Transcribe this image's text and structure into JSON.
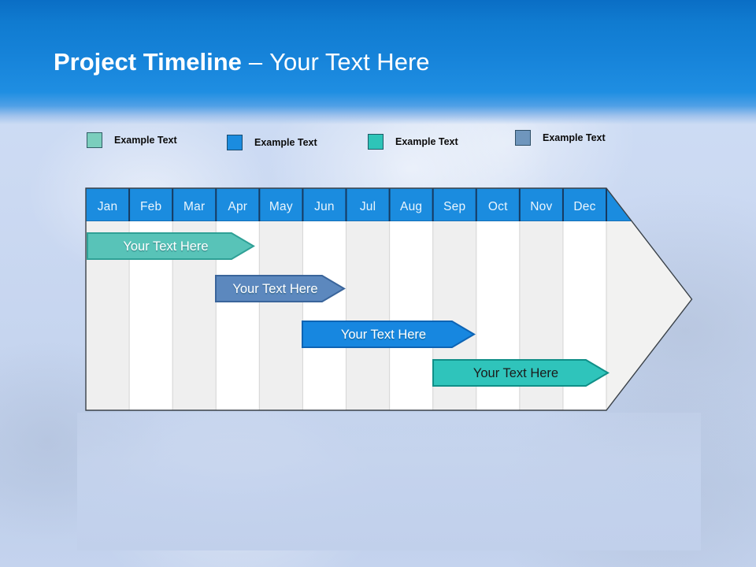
{
  "header": {
    "title_bold": "Project Timeline",
    "title_separator": "–",
    "title_rest": "Your Text Here"
  },
  "legend": {
    "items": [
      {
        "label": "Example Text",
        "color": "#7BCEBD"
      },
      {
        "label": "Example Text",
        "color": "#1B8CDF"
      },
      {
        "label": "Example Text",
        "color": "#2EC4B8"
      },
      {
        "label": "Example Text",
        "color": "#6F96BD"
      }
    ]
  },
  "timeline": {
    "months": [
      "Jan",
      "Feb",
      "Mar",
      "Apr",
      "May",
      "Jun",
      "Jul",
      "Aug",
      "Sep",
      "Oct",
      "Nov",
      "Dec"
    ],
    "header_fill": "#1B8CDF",
    "header_divider": "#16395F",
    "month_text_color": "#EAF5FD",
    "body_stripe_odd": "#EFEFEF",
    "body_stripe_even": "#FFFFFF",
    "arrow_fill": "#F2F2F1",
    "arrow_outline": "#3A4148",
    "bars": [
      {
        "label": "Your Text Here",
        "fill": "#58C3B8",
        "border": "#2FA096",
        "text_color": "#FFFFFF",
        "start": "Jan",
        "end": "Apr"
      },
      {
        "label": "Your Text Here",
        "fill": "#5C88BE",
        "border": "#3A659B",
        "text_color": "#FFFFFF",
        "start": "Apr",
        "end": "Jun"
      },
      {
        "label": "Your Text Here",
        "fill": "#1787E0",
        "border": "#0E64B4",
        "text_color": "#FFFFFF",
        "start": "Jun",
        "end": "Sep"
      },
      {
        "label": "Your Text Here",
        "fill": "#2FC4BB",
        "border": "#108F88",
        "text_color": "#1B1B1B",
        "start": "Sep",
        "end": "Dec"
      }
    ]
  }
}
